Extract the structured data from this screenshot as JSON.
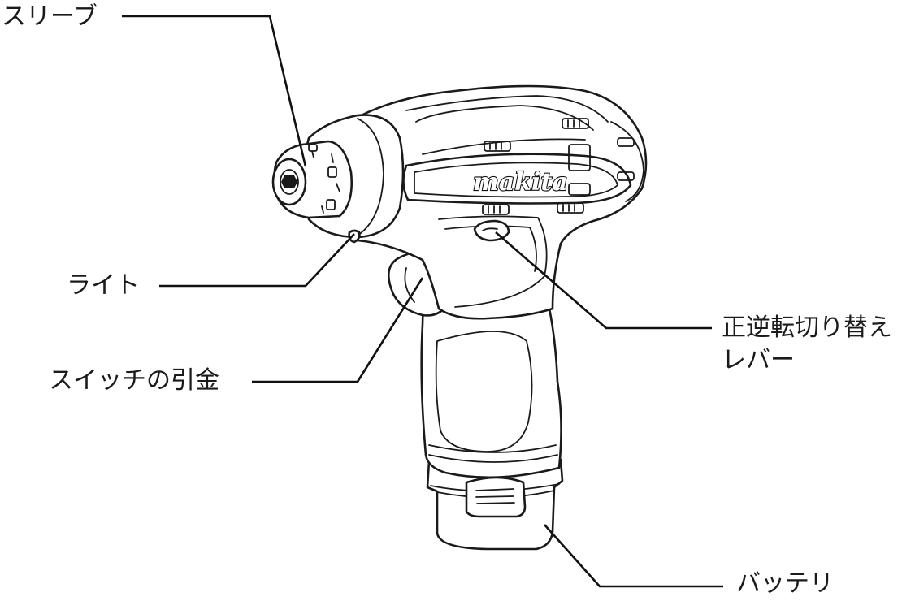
{
  "callouts": {
    "sleeve": "スリーブ",
    "light": "ライト",
    "trigger": "スイッチの引金",
    "lever_line1": "正逆転切り替え",
    "lever_line2": "レバー",
    "battery": "バッテリ"
  },
  "brand": {
    "logo_text": "makita"
  },
  "colors": {
    "line": "#1a1a1a",
    "background": "#ffffff"
  }
}
